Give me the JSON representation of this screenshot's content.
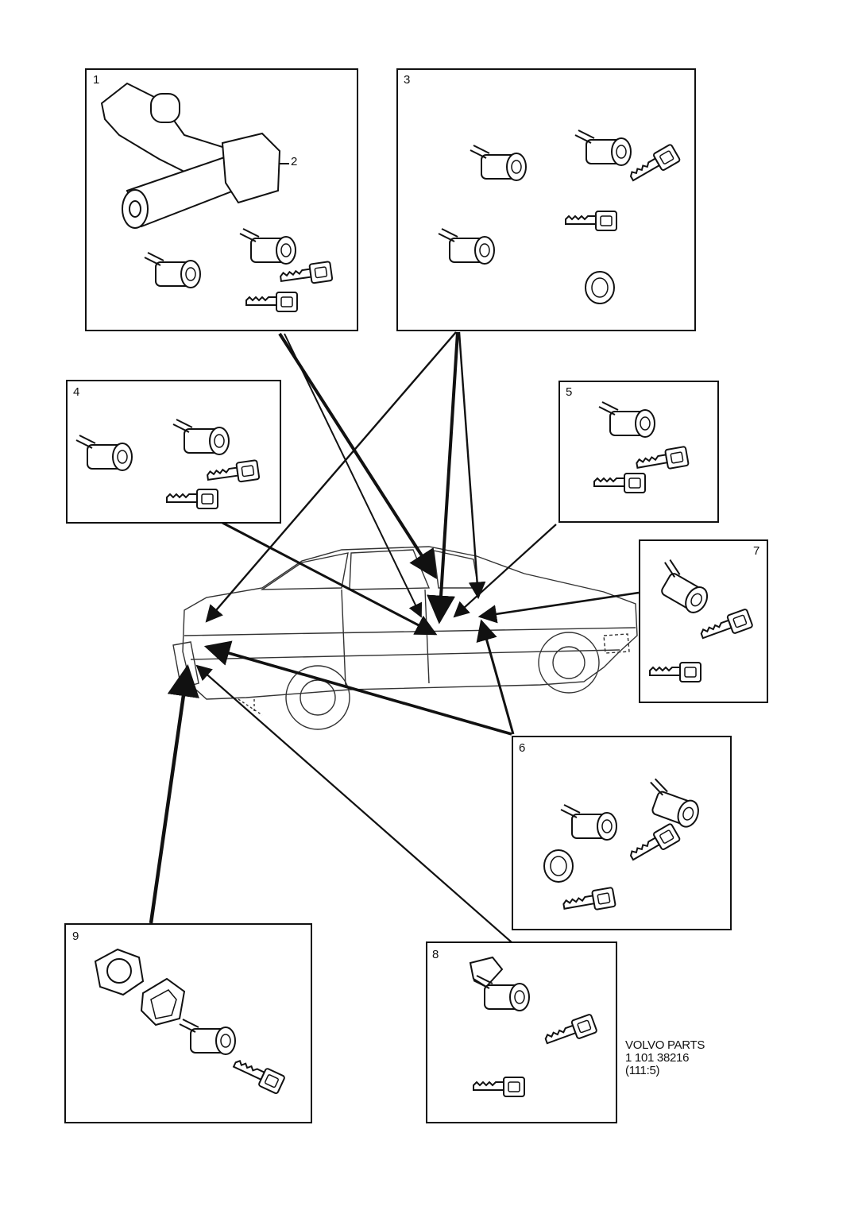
{
  "diagram": {
    "panels": [
      {
        "id": "1",
        "label": "1",
        "sub_label": "2"
      },
      {
        "id": "3",
        "label": "3"
      },
      {
        "id": "4",
        "label": "4"
      },
      {
        "id": "5",
        "label": "5"
      },
      {
        "id": "7",
        "label": "7"
      },
      {
        "id": "6",
        "label": "6"
      },
      {
        "id": "9",
        "label": "9"
      },
      {
        "id": "8",
        "label": "8"
      }
    ]
  },
  "footer": {
    "line1": "VOLVO PARTS",
    "line2": "1 101 38216",
    "line3": "(111:5)"
  }
}
